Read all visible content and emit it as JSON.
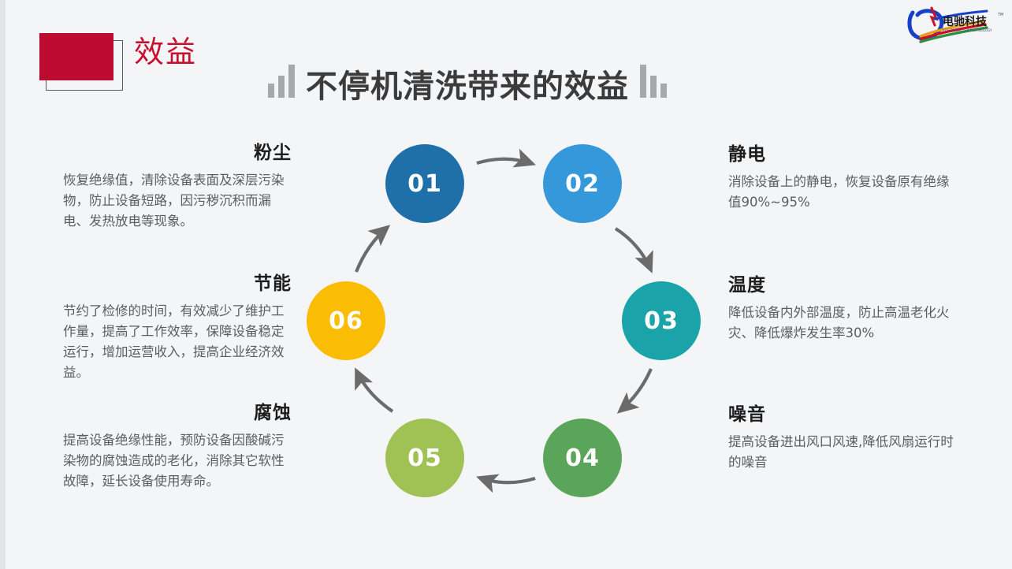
{
  "header": {
    "badge_label": "效益",
    "badge_color": "#bd0a2f",
    "title": "不停机清洗带来的效益",
    "title_color": "#3b3b3b",
    "decoration_left": "ascending-bars-icon",
    "decoration_right": "descending-bars-icon"
  },
  "logo": {
    "brand_cn": "电驰科技",
    "brand_en": "ELECTRICAL CHI TECHNOLOGY",
    "trademark": "TM"
  },
  "cycle": {
    "nodes": [
      {
        "number": "01",
        "color": "#1f6fa9"
      },
      {
        "number": "02",
        "color": "#3498db"
      },
      {
        "number": "03",
        "color": "#1aa3a8"
      },
      {
        "number": "04",
        "color": "#5aa55a"
      },
      {
        "number": "05",
        "color": "#a0c255"
      },
      {
        "number": "06",
        "color": "#fbbc04"
      }
    ],
    "arrow_color": "#6b6b6b"
  },
  "blocks": {
    "dust": {
      "heading": "粉尘",
      "body": "恢复绝缘值，清除设备表面及深层污染物，防止设备短路，因污秽沉积而漏电、发热放电等现象。"
    },
    "energy": {
      "heading": "节能",
      "body": "节约了检修的时间，有效减少了维护工作量，提高了工作效率，保障设备稳定运行，增加运营收入，提高企业经济效益。"
    },
    "corrosion": {
      "heading": "腐蚀",
      "body": "提高设备绝缘性能，预防设备因酸碱污染物的腐蚀造成的老化，消除其它软性故障，延长设备使用寿命。"
    },
    "static": {
      "heading": "静电",
      "body": "消除设备上的静电，恢复设备原有绝缘值90%~95%"
    },
    "temperature": {
      "heading": "温度",
      "body": "降低设备内外部温度，防止高温老化火灾、降低爆炸发生率30%"
    },
    "noise": {
      "heading": "噪音",
      "body": "提高设备进出风口风速,降低风扇运行时的噪音"
    }
  }
}
